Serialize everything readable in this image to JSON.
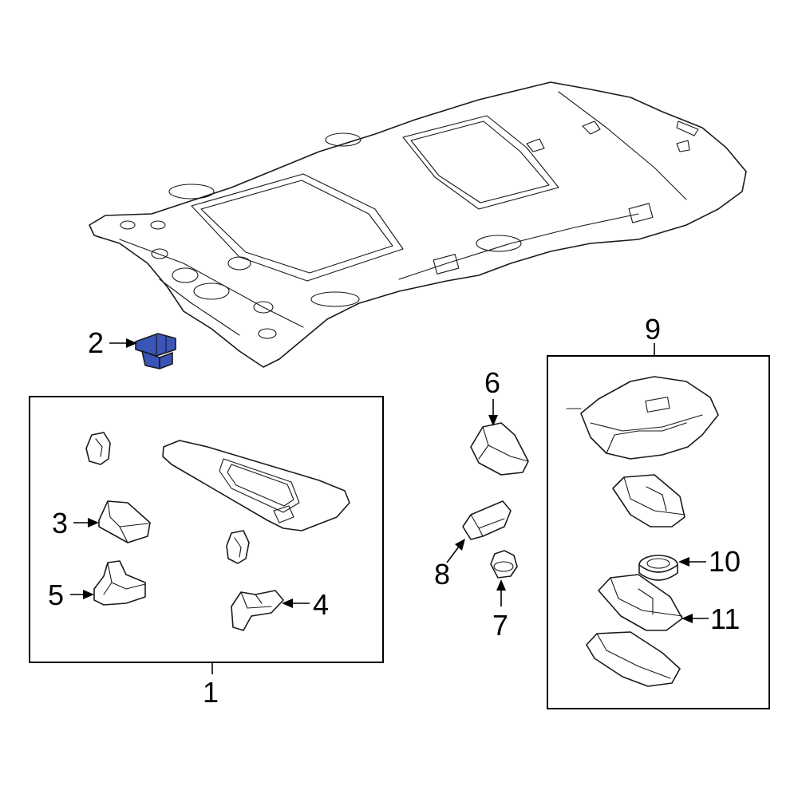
{
  "highlight_color": "#3a55b8",
  "callouts": {
    "c1": "1",
    "c2": "2",
    "c3": "3",
    "c4": "4",
    "c5": "5",
    "c6": "6",
    "c7": "7",
    "c8": "8",
    "c9": "9",
    "c10": "10",
    "c11": "11"
  }
}
